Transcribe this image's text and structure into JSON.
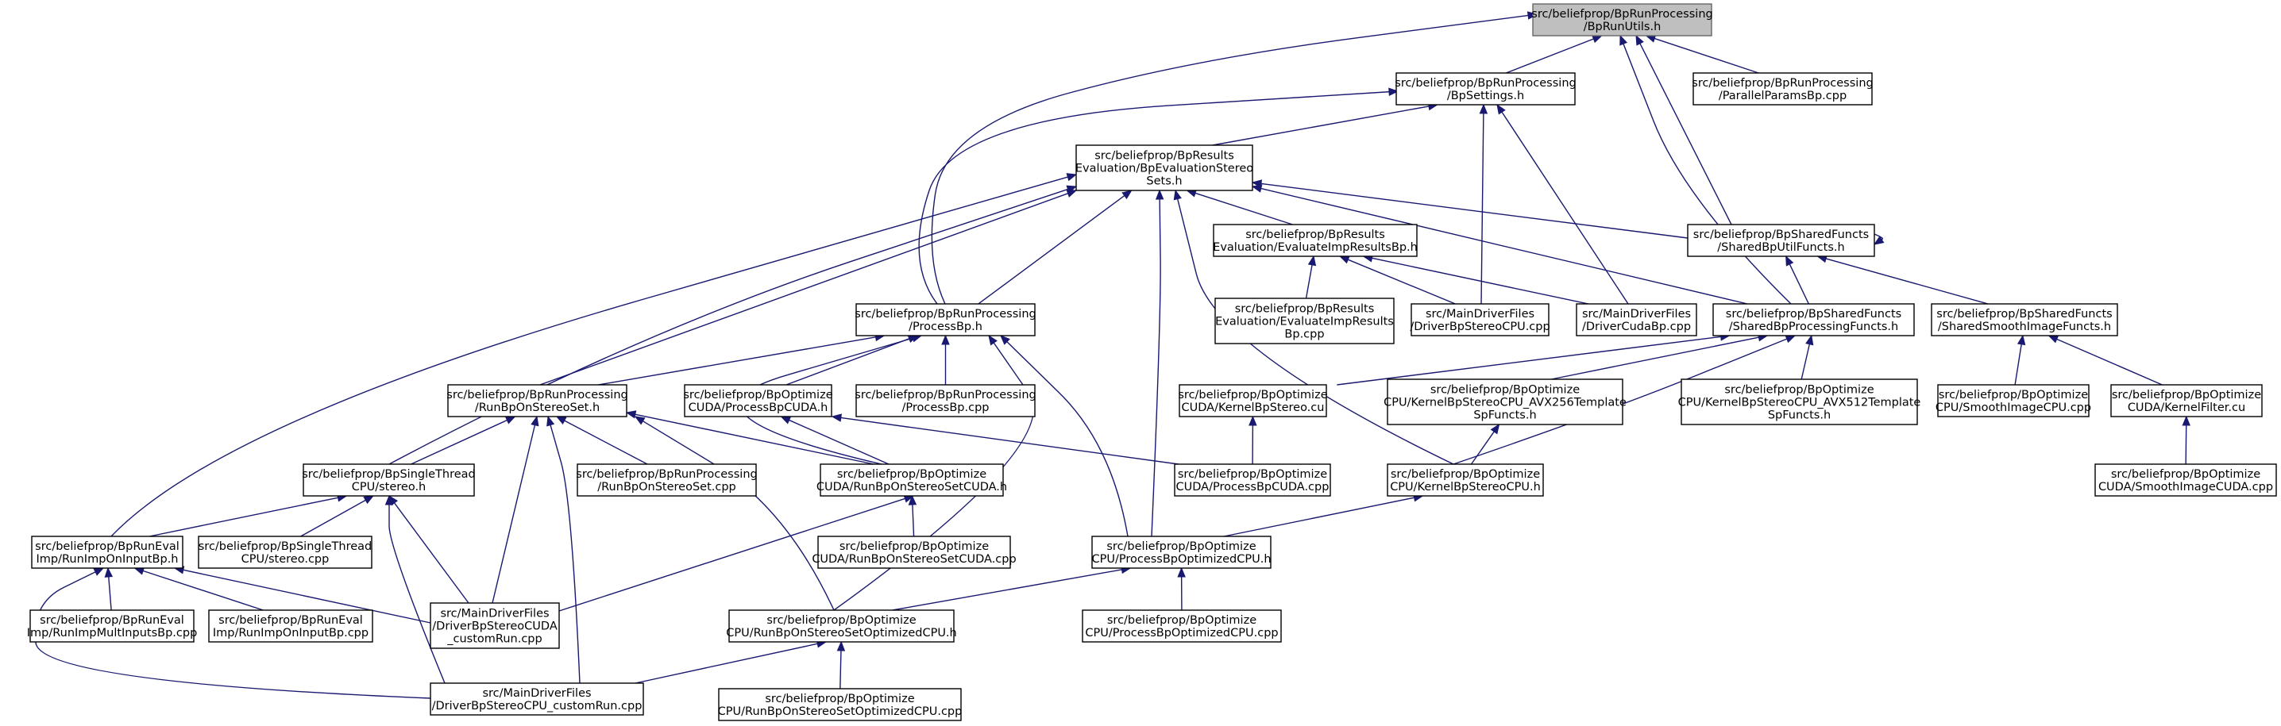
{
  "diagram": {
    "colors": {
      "edge": "#191970",
      "node_fill": "#ffffff",
      "root_fill": "#bfbfbf",
      "border": "#000000"
    },
    "nodes": [
      {
        "id": "root",
        "lines": [
          "src/beliefprop/BpRunProcessing",
          "/BpRunUtils.h"
        ]
      },
      {
        "id": "settings",
        "lines": [
          "src/beliefprop/BpRunProcessing",
          "/BpSettings.h"
        ]
      },
      {
        "id": "parallelparams",
        "lines": [
          "src/beliefprop/BpRunProcessing",
          "/ParallelParamsBp.cpp"
        ]
      },
      {
        "id": "evalstereo",
        "lines": [
          "src/beliefprop/BpResults",
          "Evaluation/BpEvaluationStereo",
          "Sets.h"
        ]
      },
      {
        "id": "sharedutil",
        "lines": [
          "src/beliefprop/BpSharedFuncts",
          "/SharedBpUtilFuncts.h"
        ]
      },
      {
        "id": "evalimp",
        "lines": [
          "src/beliefprop/BpResults",
          "Evaluation/EvaluateImpResultsBp.h"
        ]
      },
      {
        "id": "evalimpcpp",
        "lines": [
          "src/beliefprop/BpResults",
          "Evaluation/EvaluateImpResults",
          "Bp.cpp"
        ]
      },
      {
        "id": "drivercpu",
        "lines": [
          "src/MainDriverFiles",
          "/DriverBpStereoCPU.cpp"
        ]
      },
      {
        "id": "drivercuda",
        "lines": [
          "src/MainDriverFiles",
          "/DriverCudaBp.cpp"
        ]
      },
      {
        "id": "processbp",
        "lines": [
          "src/beliefprop/BpRunProcessing",
          "/ProcessBp.h"
        ]
      },
      {
        "id": "sharedproc",
        "lines": [
          "src/beliefprop/BpSharedFuncts",
          "/SharedBpProcessingFuncts.h"
        ]
      },
      {
        "id": "sharedsmooth",
        "lines": [
          "src/beliefprop/BpSharedFuncts",
          "/SharedSmoothImageFuncts.h"
        ]
      },
      {
        "id": "runset",
        "lines": [
          "src/beliefprop/BpRunProcessing",
          "/RunBpOnStereoSet.h"
        ]
      },
      {
        "id": "processcudah",
        "lines": [
          "src/beliefprop/BpOptimize",
          "CUDA/ProcessBpCUDA.h"
        ]
      },
      {
        "id": "processbpcpp",
        "lines": [
          "src/beliefprop/BpRunProcessing",
          "/ProcessBp.cpp"
        ]
      },
      {
        "id": "kernelcu",
        "lines": [
          "src/beliefprop/BpOptimize",
          "CUDA/KernelBpStereo.cu"
        ]
      },
      {
        "id": "avx256",
        "lines": [
          "src/beliefprop/BpOptimize",
          "CPU/KernelBpStereoCPU_AVX256Template",
          "SpFuncts.h"
        ]
      },
      {
        "id": "avx512",
        "lines": [
          "src/beliefprop/BpOptimize",
          "CPU/KernelBpStereoCPU_AVX512Template",
          "SpFuncts.h"
        ]
      },
      {
        "id": "smoothcpu",
        "lines": [
          "src/beliefprop/BpOptimize",
          "CPU/SmoothImageCPU.cpp"
        ]
      },
      {
        "id": "kernelfilter",
        "lines": [
          "src/beliefprop/BpOptimize",
          "CUDA/KernelFilter.cu"
        ]
      },
      {
        "id": "stereoh",
        "lines": [
          "src/beliefprop/BpSingleThread",
          "CPU/stereo.h"
        ]
      },
      {
        "id": "runsetcpp",
        "lines": [
          "src/beliefprop/BpRunProcessing",
          "/RunBpOnStereoSet.cpp"
        ]
      },
      {
        "id": "runsetcudah",
        "lines": [
          "src/beliefprop/BpOptimize",
          "CUDA/RunBpOnStereoSetCUDA.h"
        ]
      },
      {
        "id": "processcudacpp",
        "lines": [
          "src/beliefprop/BpOptimize",
          "CUDA/ProcessBpCUDA.cpp"
        ]
      },
      {
        "id": "kernelcpuh",
        "lines": [
          "src/beliefprop/BpOptimize",
          "CPU/KernelBpStereoCPU.h"
        ]
      },
      {
        "id": "smoothcuda",
        "lines": [
          "src/beliefprop/BpOptimize",
          "CUDA/SmoothImageCUDA.cpp"
        ]
      },
      {
        "id": "runimph",
        "lines": [
          "src/beliefprop/BpRunEval",
          "Imp/RunImpOnInputBp.h"
        ]
      },
      {
        "id": "stereocpp",
        "lines": [
          "src/beliefprop/BpSingleThread",
          "CPU/stereo.cpp"
        ]
      },
      {
        "id": "runsetcudacpp",
        "lines": [
          "src/beliefprop/BpOptimize",
          "CUDA/RunBpOnStereoSetCUDA.cpp"
        ]
      },
      {
        "id": "processoptcpuh",
        "lines": [
          "src/beliefprop/BpOptimize",
          "CPU/ProcessBpOptimizedCPU.h"
        ]
      },
      {
        "id": "runimpmult",
        "lines": [
          "src/beliefprop/BpRunEval",
          "Imp/RunImpMultInputsBp.cpp"
        ]
      },
      {
        "id": "runimpcpp",
        "lines": [
          "src/beliefprop/BpRunEval",
          "Imp/RunImpOnInputBp.cpp"
        ]
      },
      {
        "id": "drivercudacustom",
        "lines": [
          "src/MainDriverFiles",
          "/DriverBpStereoCUDA",
          "_customRun.cpp"
        ]
      },
      {
        "id": "runsetoptcpuh",
        "lines": [
          "src/beliefprop/BpOptimize",
          "CPU/RunBpOnStereoSetOptimizedCPU.h"
        ]
      },
      {
        "id": "processoptcpucpp",
        "lines": [
          "src/beliefprop/BpOptimize",
          "CPU/ProcessBpOptimizedCPU.cpp"
        ]
      },
      {
        "id": "drivercpucustom",
        "lines": [
          "src/MainDriverFiles",
          "/DriverBpStereoCPU_customRun.cpp"
        ]
      },
      {
        "id": "runsetoptcpucpp",
        "lines": [
          "src/beliefprop/BpOptimize",
          "CPU/RunBpOnStereoSetOptimizedCPU.cpp"
        ]
      }
    ],
    "edges": [
      [
        "settings",
        "root"
      ],
      [
        "parallelparams",
        "root"
      ],
      [
        "processbp",
        "root"
      ],
      [
        "sharedutil",
        "root"
      ],
      [
        "sharedproc",
        "root"
      ],
      [
        "evalstereo",
        "settings"
      ],
      [
        "processbp",
        "settings"
      ],
      [
        "drivercpu",
        "settings"
      ],
      [
        "drivercuda",
        "settings"
      ],
      [
        "sharedutil",
        "evalstereo"
      ],
      [
        "evalimp",
        "evalstereo"
      ],
      [
        "processbp",
        "evalstereo"
      ],
      [
        "runset",
        "evalstereo"
      ],
      [
        "stereoh",
        "evalstereo"
      ],
      [
        "runimph",
        "evalstereo"
      ],
      [
        "sharedproc",
        "evalstereo"
      ],
      [
        "processoptcpuh",
        "evalstereo"
      ],
      [
        "kernelcpuh",
        "evalstereo"
      ],
      [
        "sharedutil",
        "sharedutil"
      ],
      [
        "sharedproc",
        "sharedutil"
      ],
      [
        "sharedsmooth",
        "sharedutil"
      ],
      [
        "evalimpcpp",
        "evalimp"
      ],
      [
        "drivercpu",
        "evalimp"
      ],
      [
        "drivercuda",
        "evalimp"
      ],
      [
        "runset",
        "processbp"
      ],
      [
        "processcudah",
        "processbp"
      ],
      [
        "processbpcpp",
        "processbp"
      ],
      [
        "runsetcudah",
        "processbp"
      ],
      [
        "processoptcpuh",
        "processbp"
      ],
      [
        "runsetoptcpuh",
        "processbp"
      ],
      [
        "kernelcu",
        "sharedproc"
      ],
      [
        "avx256",
        "sharedproc"
      ],
      [
        "avx512",
        "sharedproc"
      ],
      [
        "kernelcpuh",
        "sharedproc"
      ],
      [
        "smoothcpu",
        "sharedsmooth"
      ],
      [
        "kernelfilter",
        "sharedsmooth"
      ],
      [
        "stereoh",
        "runset"
      ],
      [
        "runsetcpp",
        "runset"
      ],
      [
        "runsetcudah",
        "runset"
      ],
      [
        "drivercudacustom",
        "runset"
      ],
      [
        "drivercpucustom",
        "runset"
      ],
      [
        "runsetoptcpuh",
        "runset"
      ],
      [
        "runsetcudah",
        "processcudah"
      ],
      [
        "processcudacpp",
        "processcudah"
      ],
      [
        "processcudacpp",
        "kernelcu"
      ],
      [
        "kernelcpuh",
        "avx256"
      ],
      [
        "smoothcuda",
        "kernelfilter"
      ],
      [
        "runimph",
        "stereoh"
      ],
      [
        "stereocpp",
        "stereoh"
      ],
      [
        "drivercudacustom",
        "stereoh"
      ],
      [
        "drivercpucustom",
        "stereoh"
      ],
      [
        "runsetcudacpp",
        "runsetcudah"
      ],
      [
        "drivercudacustom",
        "runsetcudah"
      ],
      [
        "processoptcpuh",
        "kernelcpuh"
      ],
      [
        "runimpmult",
        "runimph"
      ],
      [
        "runimpcpp",
        "runimph"
      ],
      [
        "drivercudacustom",
        "runimph"
      ],
      [
        "drivercpucustom",
        "runimph"
      ],
      [
        "runsetoptcpuh",
        "processoptcpuh"
      ],
      [
        "processoptcpucpp",
        "processoptcpuh"
      ],
      [
        "drivercpucustom",
        "runsetoptcpuh"
      ],
      [
        "runsetoptcpucpp",
        "runsetoptcpuh"
      ]
    ]
  }
}
